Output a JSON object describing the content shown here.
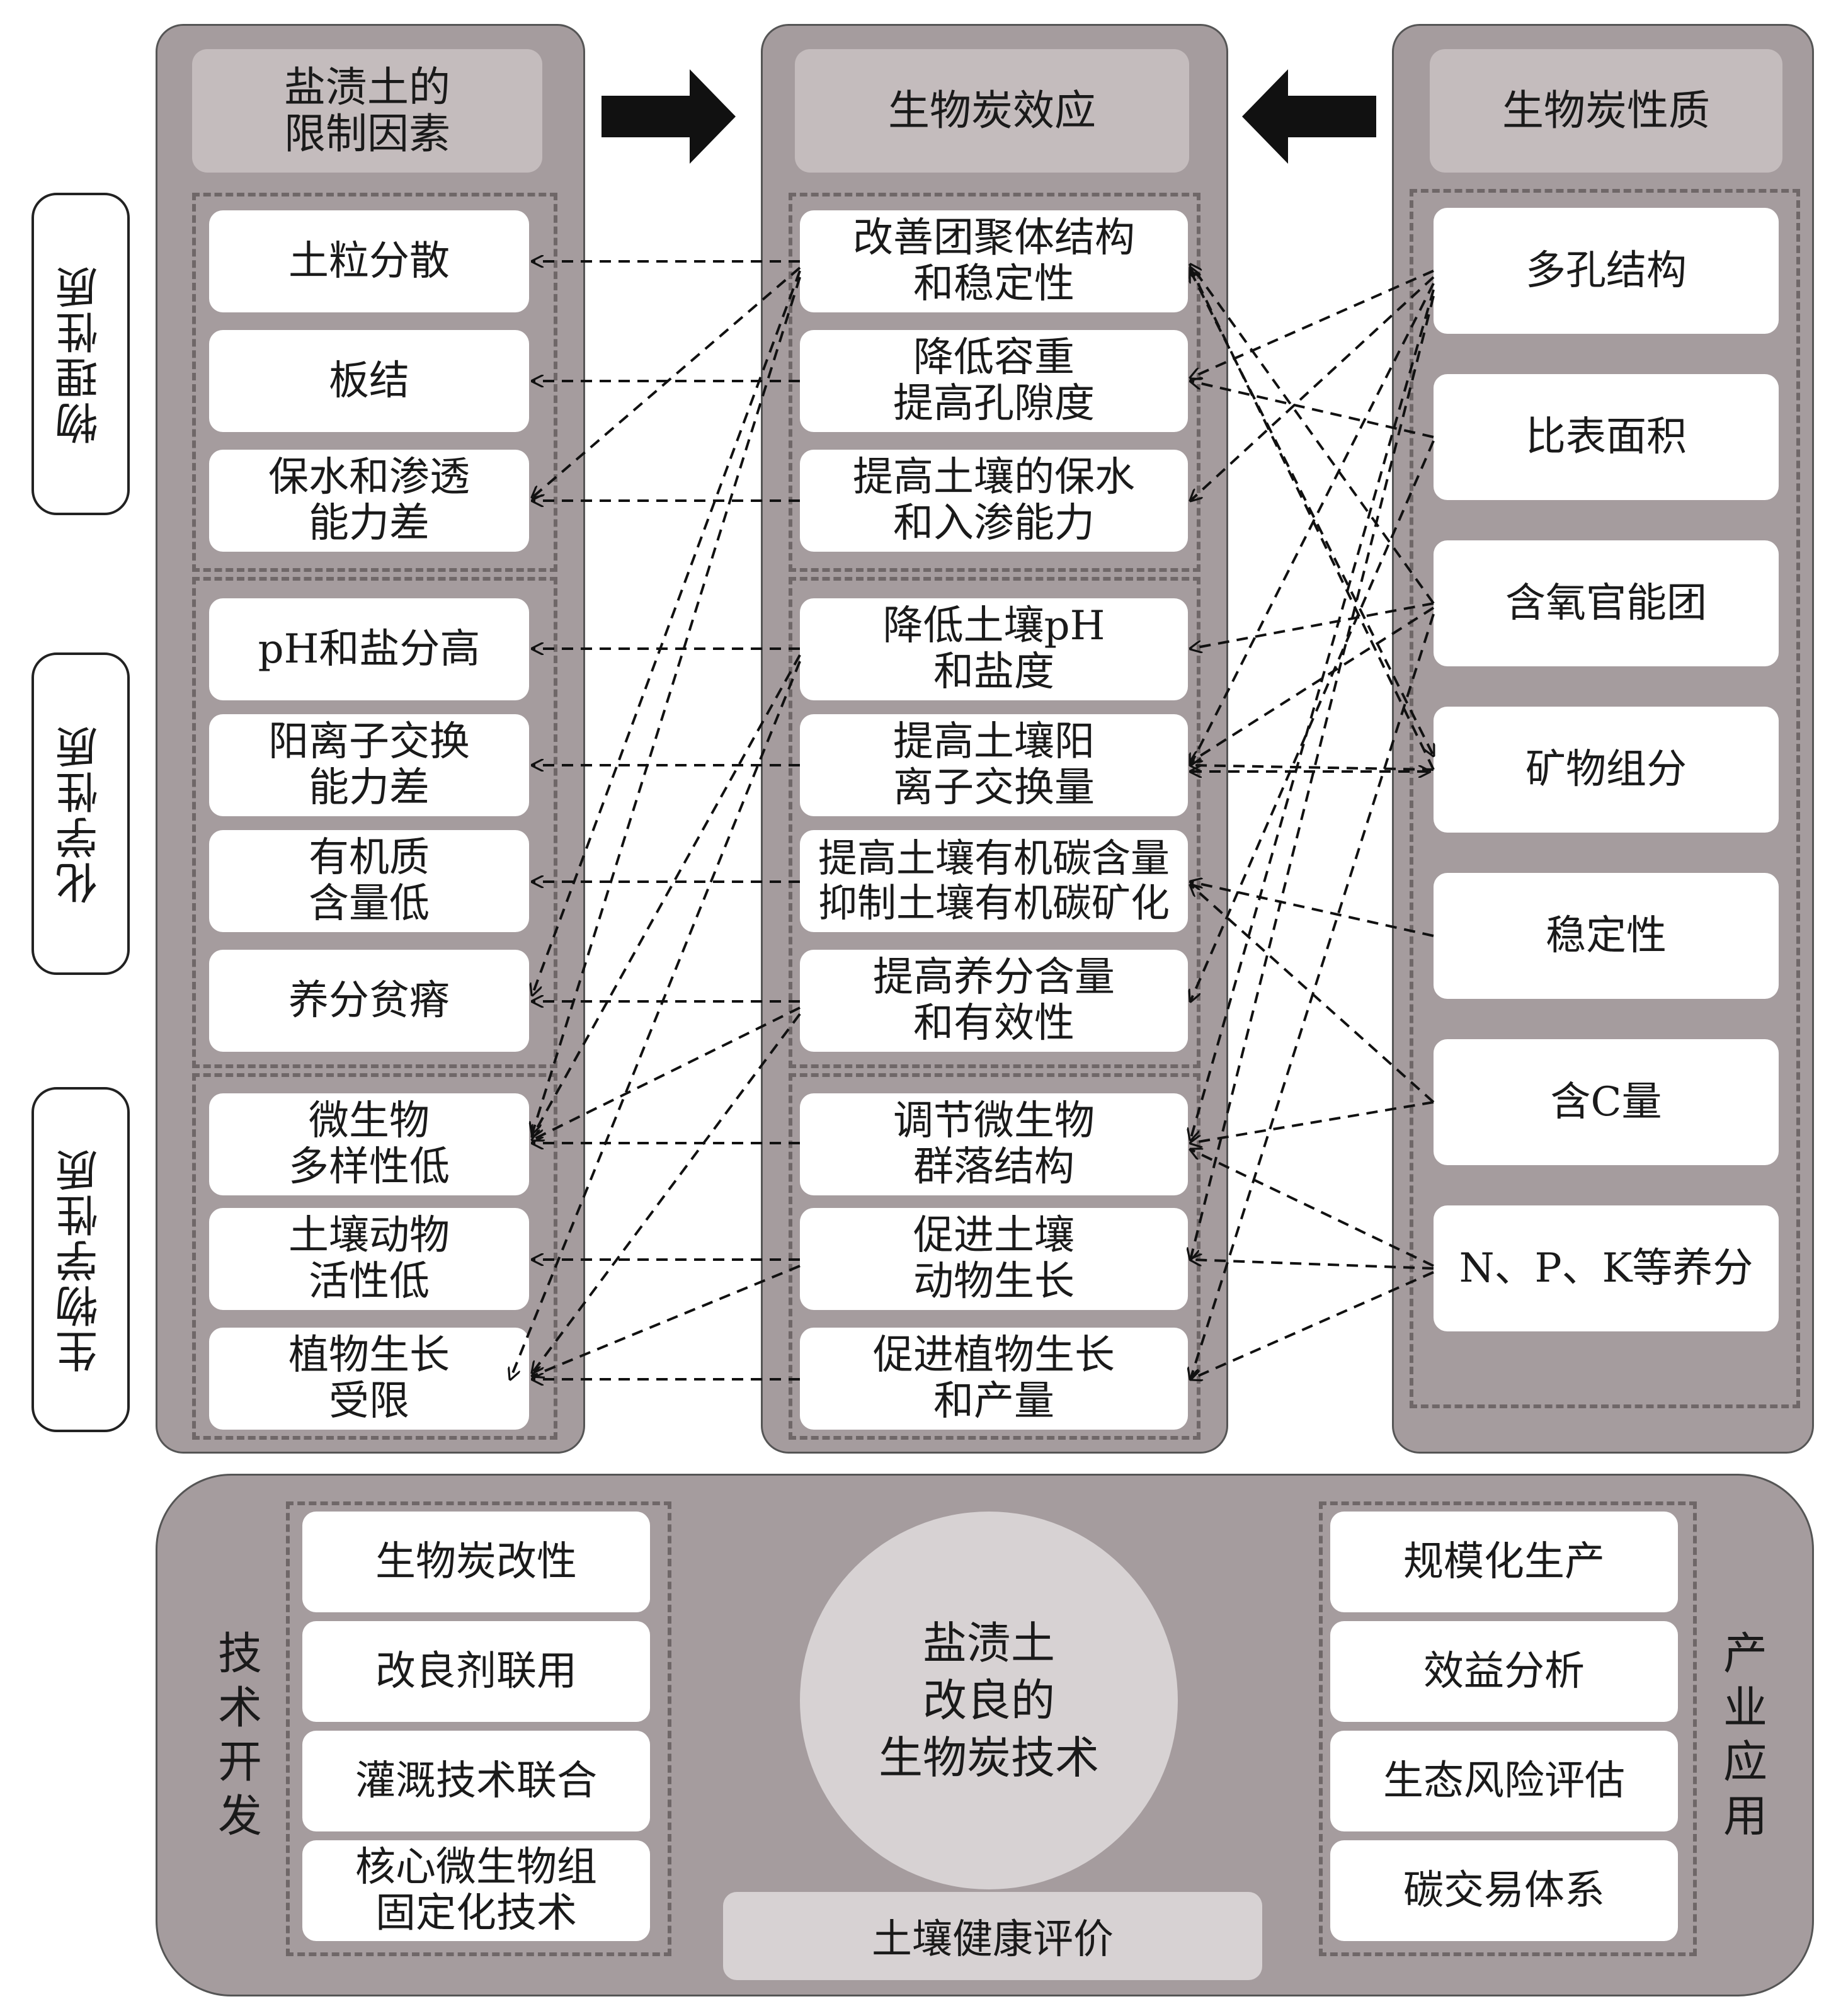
{
  "columns": {
    "left": {
      "header": "盐渍土的\n限制因素",
      "items": [
        "土粒分散",
        "板结",
        "保水和渗透\n能力差",
        "pH和盐分高",
        "阳离子交换\n能力差",
        "有机质\n含量低",
        "养分贫瘠",
        "微生物\n多样性低",
        "土壤动物\n活性低",
        "植物生长\n受限"
      ]
    },
    "middle": {
      "header": "生物炭效应",
      "items": [
        "改善团聚体结构\n和稳定性",
        "降低容重\n提高孔隙度",
        "提高土壤的保水\n和入渗能力",
        "降低土壤pH\n和盐度",
        "提高土壤阳\n离子交换量",
        "提高土壤有机碳含量\n抑制土壤有机碳矿化",
        "提高养分含量\n和有效性",
        "调节微生物\n群落结构",
        "促进土壤\n动物生长",
        "促进植物生长\n和产量"
      ]
    },
    "right": {
      "header": "生物炭性质",
      "items": [
        "多孔结构",
        "比表面积",
        "含氧官能团",
        "矿物组分",
        "稳定性",
        "含C量",
        "N、P、K等养分"
      ]
    }
  },
  "side_labels": [
    "物理性质",
    "化学性质",
    "生物学性质"
  ],
  "bottom": {
    "left_label": "技术开发",
    "left_items": [
      "生物炭改性",
      "改良剂联用",
      "灌溉技术联合",
      "核心微生物组\n固定化技术"
    ],
    "center": "盐渍土\n改良的\n生物炭技术",
    "bar": "土壤健康评价",
    "right_items": [
      "规模化生产",
      "效益分析",
      "生态风险评估",
      "碳交易体系"
    ],
    "right_label": "产业应用"
  }
}
